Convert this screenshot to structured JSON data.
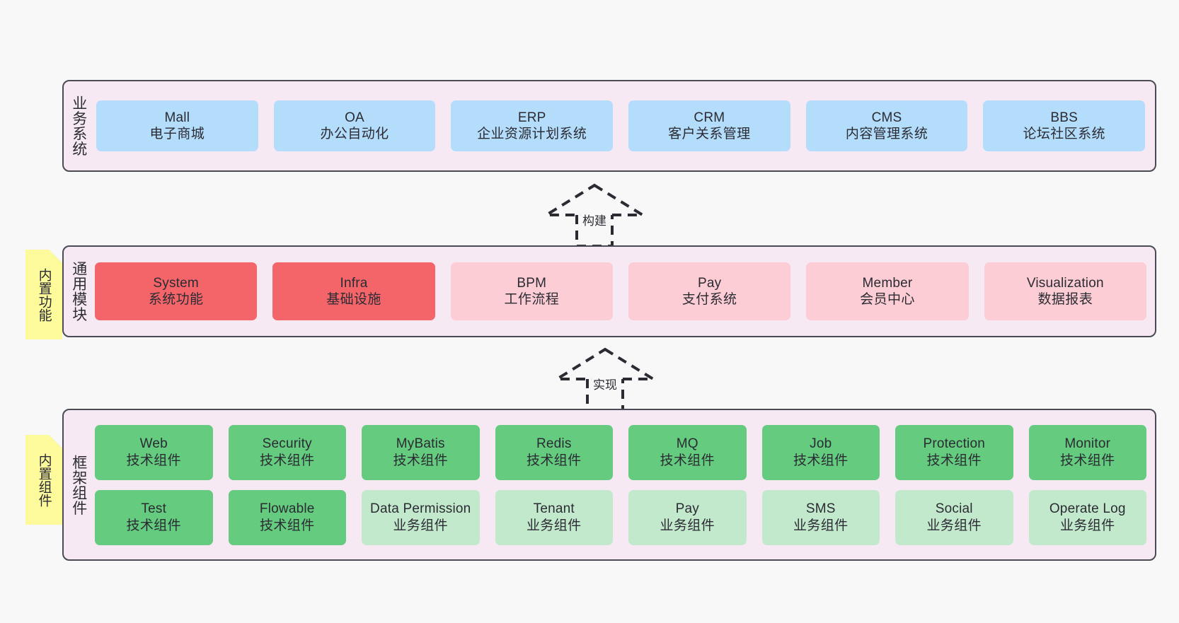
{
  "diagram": {
    "background_color": "#f8f8f8",
    "layer_fill": "#f7e9f3",
    "layer_border": "#4b4b55",
    "note_color": "#fdfa9c",
    "colors": {
      "blue": "#b4ddfb",
      "red": "#f4656a",
      "pink": "#fdcdd5",
      "green": "#64cb7f",
      "light_green": "#c3e9cd"
    }
  },
  "layers": {
    "business": {
      "caption": "业务系统",
      "cards": [
        {
          "en": "Mall",
          "cn": "电子商城"
        },
        {
          "en": "OA",
          "cn": "办公自动化"
        },
        {
          "en": "ERP",
          "cn": "企业资源计划系统"
        },
        {
          "en": "CRM",
          "cn": "客户关系管理"
        },
        {
          "en": "CMS",
          "cn": "内容管理系统"
        },
        {
          "en": "BBS",
          "cn": "论坛社区系统"
        }
      ]
    },
    "modules": {
      "caption": "通用模块",
      "note": "内置功能",
      "cards": [
        {
          "en": "System",
          "cn": "系统功能"
        },
        {
          "en": "Infra",
          "cn": "基础设施"
        },
        {
          "en": "BPM",
          "cn": "工作流程"
        },
        {
          "en": "Pay",
          "cn": "支付系统"
        },
        {
          "en": "Member",
          "cn": "会员中心"
        },
        {
          "en": "Visualization",
          "cn": "数据报表"
        }
      ]
    },
    "framework": {
      "caption": "框架组件",
      "note": "内置组件",
      "row1": [
        {
          "en": "Web",
          "cn": "技术组件"
        },
        {
          "en": "Security",
          "cn": "技术组件"
        },
        {
          "en": "MyBatis",
          "cn": "技术组件"
        },
        {
          "en": "Redis",
          "cn": "技术组件"
        },
        {
          "en": "MQ",
          "cn": "技术组件"
        },
        {
          "en": "Job",
          "cn": "技术组件"
        },
        {
          "en": "Protection",
          "cn": "技术组件"
        },
        {
          "en": "Monitor",
          "cn": "技术组件"
        }
      ],
      "row2": [
        {
          "en": "Test",
          "cn": "技术组件"
        },
        {
          "en": "Flowable",
          "cn": "技术组件"
        },
        {
          "en": "Data Permission",
          "cn": "业务组件"
        },
        {
          "en": "Tenant",
          "cn": "业务组件"
        },
        {
          "en": "Pay",
          "cn": "业务组件"
        },
        {
          "en": "SMS",
          "cn": "业务组件"
        },
        {
          "en": "Social",
          "cn": "业务组件"
        },
        {
          "en": "Operate Log",
          "cn": "业务组件"
        }
      ]
    }
  },
  "connectors": [
    {
      "label": "构建",
      "style": "dashed-generalization",
      "direction": "up"
    },
    {
      "label": "实现",
      "style": "dashed-generalization",
      "direction": "up"
    }
  ]
}
